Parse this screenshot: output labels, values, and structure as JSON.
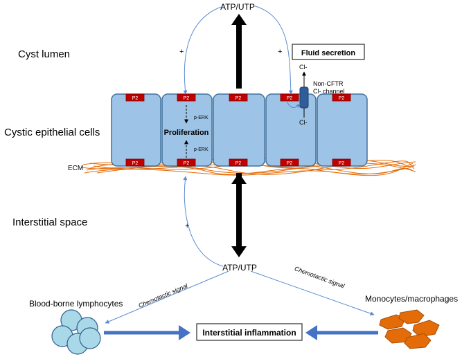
{
  "labels": {
    "atp_top": "ATP/UTP",
    "atp_bottom": "ATP/UTP",
    "cyst_lumen": "Cyst lumen",
    "cystic_epithelial_cells": "Cystic epithelial cells",
    "ecm": "ECM",
    "interstitial_space": "Interstitial space",
    "fluid_secretion": "Fluid secretion",
    "non_cftr_line1": "Non-CFTR",
    "non_cftr_line2": "Cl- channel",
    "cl_top": "Cl-",
    "cl_bottom": "Cl-",
    "p_erk_top": "p-ERK",
    "p_erk_bottom": "p-ERK",
    "proliferation": "Proliferation",
    "plus": "+",
    "chemotactic_left": "Chemotactic signal",
    "chemotactic_right": "Chemotactic signal",
    "blood_borne_lymphocytes": "Blood-borne lymphocytes",
    "monocytes_macrophages": "Monocytes/macrophages",
    "interstitial_inflammation": "Interstitial inflammation",
    "p2": "P2"
  },
  "colors": {
    "cell_fill": "#9dc3e6",
    "cell_stroke": "#41719c",
    "receptor": "#c00000",
    "arrow_line": "#5b8bd0",
    "big_arrow": "#000000",
    "ecm_fiber": "#e36c09",
    "lymphocyte": "#a9d8e8",
    "macrophage": "#e36c09",
    "thick_arrow": "#4472c4",
    "channel": "#2e5d9a"
  },
  "receptor_count": 10
}
